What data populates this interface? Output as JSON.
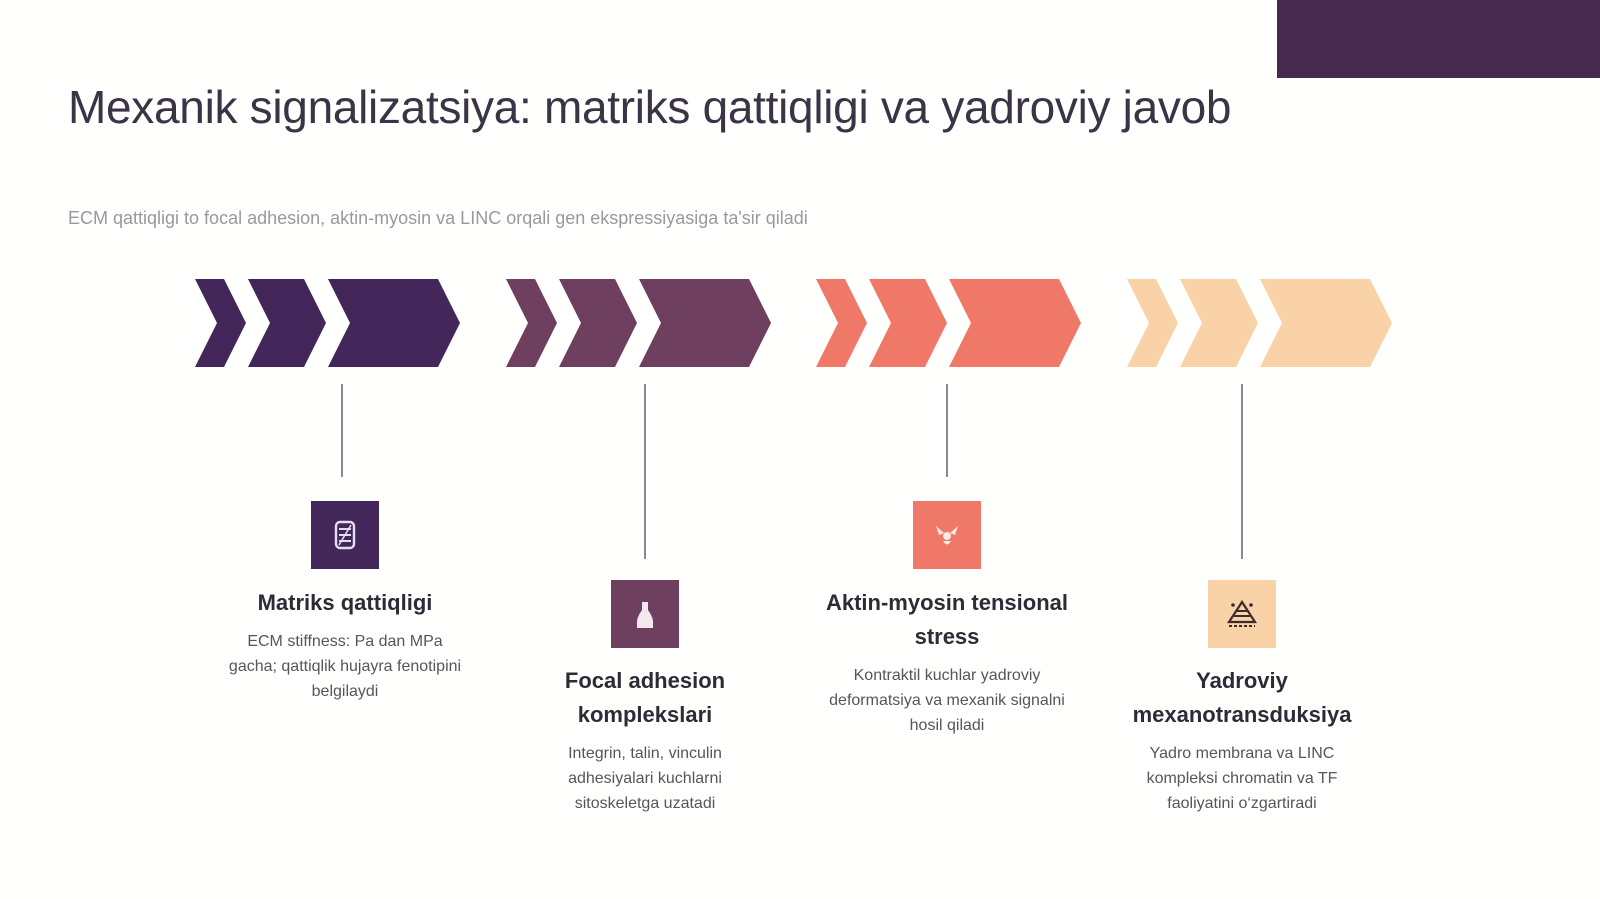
{
  "slide": {
    "title": "Mexanik signalizatsiya: matriks qattiqligi va yadroviy javob",
    "subtitle": "ECM qattiqligi to focal adhesion, aktin-myosin va LINC orqali gen ekspressiyasiga ta'sir qiladi"
  },
  "colors": {
    "accent": "#46294f",
    "step1": "#44275a",
    "step2": "#6e3f5f",
    "step3": "#ef7868",
    "step4": "#fad2a8"
  },
  "steps": [
    {
      "title": "Matriks qattiqligi",
      "description": "ECM stiffness: Pa dan MPa gacha; qattiqlik hujayra fenotipini belgilaydi",
      "icon": "matrix-grid-icon"
    },
    {
      "title": "Focal adhesion komplekslari",
      "description": "Integrin, talin, vinculin adhesiyalari kuchlarni sitoskeletga uzatadi",
      "icon": "flask-icon"
    },
    {
      "title": "Aktin-myosin tensional stress",
      "description": "Kontraktil kuchlar yadroviy deformatsiya va mexanik signalni hosil qiladi",
      "icon": "contraction-icon"
    },
    {
      "title": "Yadroviy mexanotransduksiya",
      "description": "Yadro membrana va LINC kompleksi chromatin va TF faoliyatini o‘zgartiradi",
      "icon": "nucleus-icon"
    }
  ]
}
